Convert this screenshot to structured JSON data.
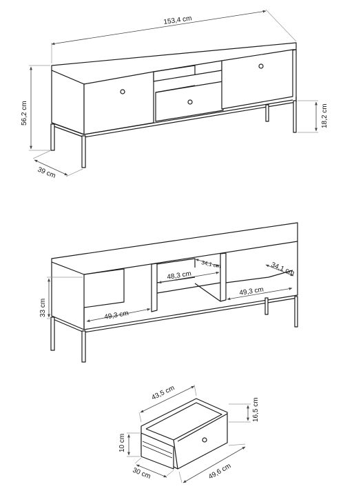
{
  "dimensions": {
    "overall_width": "153,4 cm",
    "overall_height": "56,2 cm",
    "depth": "39 cm",
    "leg_height": "18,2 cm",
    "shelf_height": "33 cm",
    "left_shelf_width": "49,3 cm",
    "middle_shelf_width": "48,3 cm",
    "middle_shelf_depth": "34,1 cm",
    "right_shelf_width": "49,3 cm",
    "right_shelf_depth": "34,1 cm",
    "drawer_depth": "43,5 cm",
    "drawer_inner_height": "16,5 cm",
    "drawer_front_height": "10 cm",
    "drawer_side": "30 cm",
    "drawer_width": "49,6 cm"
  }
}
